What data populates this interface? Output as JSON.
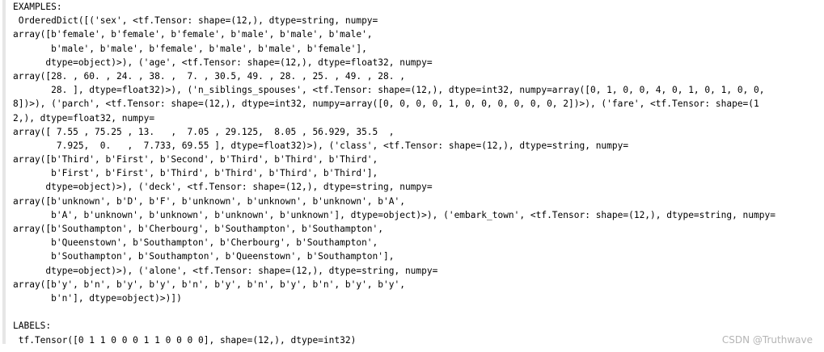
{
  "output_lines": [
    "EXAMPLES:",
    " OrderedDict([('sex', <tf.Tensor: shape=(12,), dtype=string, numpy=",
    "array([b'female', b'female', b'female', b'male', b'male', b'male',",
    "       b'male', b'male', b'female', b'male', b'male', b'female'],",
    "      dtype=object)>), ('age', <tf.Tensor: shape=(12,), dtype=float32, numpy=",
    "array([28. , 60. , 24. , 38. ,  7. , 30.5, 49. , 28. , 25. , 49. , 28. ,",
    "       28. ], dtype=float32)>), ('n_siblings_spouses', <tf.Tensor: shape=(12,), dtype=int32, numpy=array([0, 1, 0, 0, 4, 0, 1, 0, 1, 0, 0,",
    "8])>), ('parch', <tf.Tensor: shape=(12,), dtype=int32, numpy=array([0, 0, 0, 0, 1, 0, 0, 0, 0, 0, 0, 2])>), ('fare', <tf.Tensor: shape=(1",
    "2,), dtype=float32, numpy=",
    "array([ 7.55 , 75.25 , 13.   ,  7.05 , 29.125,  8.05 , 56.929, 35.5  ,",
    "        7.925,  0.   ,  7.733, 69.55 ], dtype=float32)>), ('class', <tf.Tensor: shape=(12,), dtype=string, numpy=",
    "array([b'Third', b'First', b'Second', b'Third', b'Third', b'Third',",
    "       b'First', b'First', b'Third', b'Third', b'Third', b'Third'],",
    "      dtype=object)>), ('deck', <tf.Tensor: shape=(12,), dtype=string, numpy=",
    "array([b'unknown', b'D', b'F', b'unknown', b'unknown', b'unknown', b'A',",
    "       b'A', b'unknown', b'unknown', b'unknown', b'unknown'], dtype=object)>), ('embark_town', <tf.Tensor: shape=(12,), dtype=string, numpy=",
    "array([b'Southampton', b'Cherbourg', b'Southampton', b'Southampton',",
    "       b'Queenstown', b'Southampton', b'Cherbourg', b'Southampton',",
    "       b'Southampton', b'Southampton', b'Queenstown', b'Southampton'],",
    "      dtype=object)>), ('alone', <tf.Tensor: shape=(12,), dtype=string, numpy=",
    "array([b'y', b'n', b'y', b'y', b'n', b'y', b'n', b'y', b'n', b'y', b'y',",
    "       b'n'], dtype=object)>)])",
    "",
    "LABELS:",
    " tf.Tensor([0 1 1 0 0 0 1 1 0 0 0 0], shape=(12,), dtype=int32)"
  ],
  "watermark": "CSDN @Truthwave"
}
